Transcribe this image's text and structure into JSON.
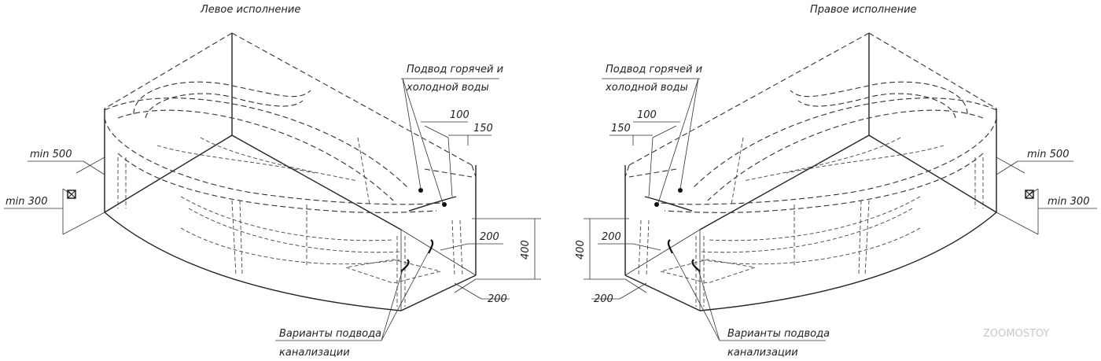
{
  "left_view": {
    "title": "Левое исполнение",
    "supply_label_1": "Подвод горячей и",
    "supply_label_2": "холодной воды",
    "drain_label_1": "Варианты подвода",
    "drain_label_2": "канализации",
    "dims": {
      "d100": "100",
      "d150": "150",
      "d200_side": "200",
      "d400": "400",
      "d200_bottom": "200",
      "min500": "min 500",
      "min300": "min 300"
    }
  },
  "right_view": {
    "title": "Правое исполнение",
    "supply_label_1": "Подвод горячей и",
    "supply_label_2": "холодной воды",
    "drain_label_1": "Варианты подвода",
    "drain_label_2": "канализации",
    "dims": {
      "d100": "100",
      "d150": "150",
      "d200_side": "200",
      "d400": "400",
      "d200_bottom": "200",
      "min500": "min 500",
      "min300": "min 300"
    }
  },
  "watermark": "ZOOMOSTOY"
}
